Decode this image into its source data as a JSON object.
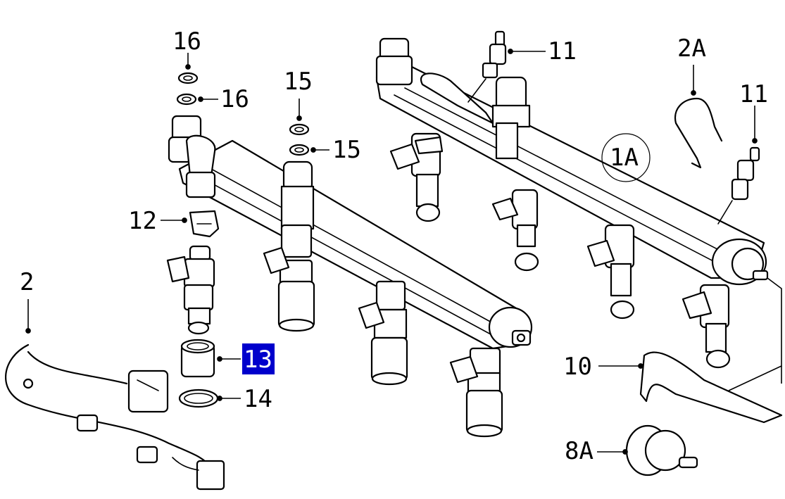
{
  "callouts": {
    "c16a": "16",
    "c16b": "16",
    "c15a": "15",
    "c15b": "15",
    "c11a": "11",
    "c11b": "11",
    "c2a": "2A",
    "c1a": "1A",
    "c12": "12",
    "c2": "2",
    "c13": "13",
    "c14": "14",
    "c10": "10",
    "c8a": "8A"
  },
  "selected_callout": "13",
  "colors": {
    "selected_bg": "#0000cc",
    "selected_text": "#ffffff",
    "line": "#000000"
  }
}
